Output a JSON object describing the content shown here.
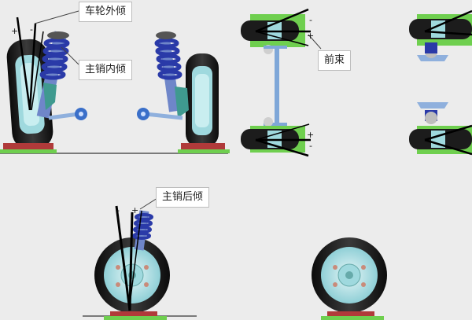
{
  "labels": {
    "camber": "车轮外倾",
    "kingpin_inclination": "主销内倾",
    "toe_in": "前束",
    "caster": "主销后倾"
  },
  "signs": {
    "plus": "+",
    "minus": "-"
  },
  "colors": {
    "background": "#ececec",
    "tire_dark": "#1c1c1c",
    "hub_cyan": "#bfe6ea",
    "spring_blue": "#2a3aa8",
    "strut_blue": "#6f86c9",
    "arm_light_blue": "#8fb0dd",
    "knuckle_teal": "#3f9a8f",
    "pad_green": "#6fcf4f",
    "base_red": "#b03a3a"
  }
}
